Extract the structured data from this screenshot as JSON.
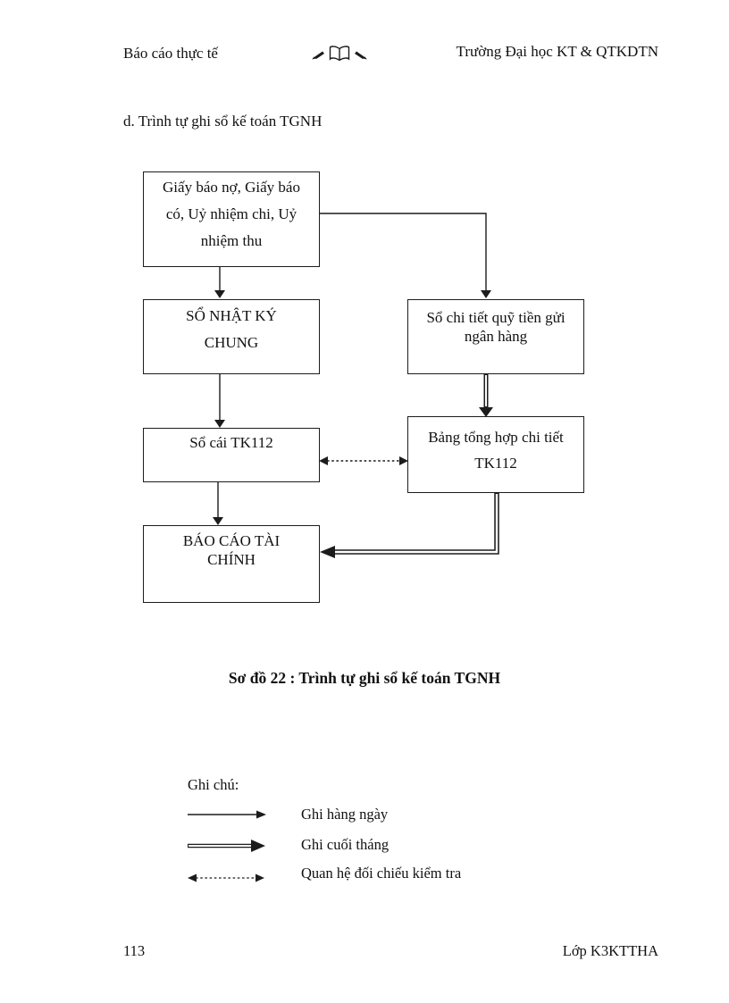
{
  "header": {
    "left": "Báo cáo thực tế",
    "ornament_icon": "open-book-with-pens-ornament-icon",
    "right": "Trường Đại học KT & QTKDTN"
  },
  "section": {
    "title": "d. Trình tự ghi sổ kế toán TGNH"
  },
  "flowchart": {
    "boxes": {
      "documents": "Giấy báo nợ, Giấy báo\ncó, Uỷ nhiệm chi, Uỷ\nnhiệm thu",
      "general_journal": "SỔ NHẬT KÝ\nCHUNG",
      "bank_detail_ledger": "Sổ chi tiết quỹ tiền gửi\nngân hàng",
      "general_ledger": "Sổ cái TK112",
      "detail_summary": "Bảng tổng hợp chi tiết\nTK112",
      "financial_statements": "BÁO CÁO TÀI\nCHÍNH"
    },
    "caption": "Sơ đồ 22 : Trình tự ghi sổ kế toán TGNH"
  },
  "legend": {
    "title": "Ghi chú:",
    "items": [
      {
        "symbol": "solid-arrow",
        "label": "Ghi hàng ngày"
      },
      {
        "symbol": "double-line-arrow",
        "label": "Ghi cuối tháng"
      },
      {
        "symbol": "dashed-double-headed-arrow",
        "label": "Quan hệ đối chiếu kiểm tra"
      }
    ]
  },
  "footer": {
    "page_number": "113",
    "class_label": "Lớp K3KTTHA"
  },
  "colors": {
    "ink": "#111111",
    "paper": "#ffffff"
  }
}
